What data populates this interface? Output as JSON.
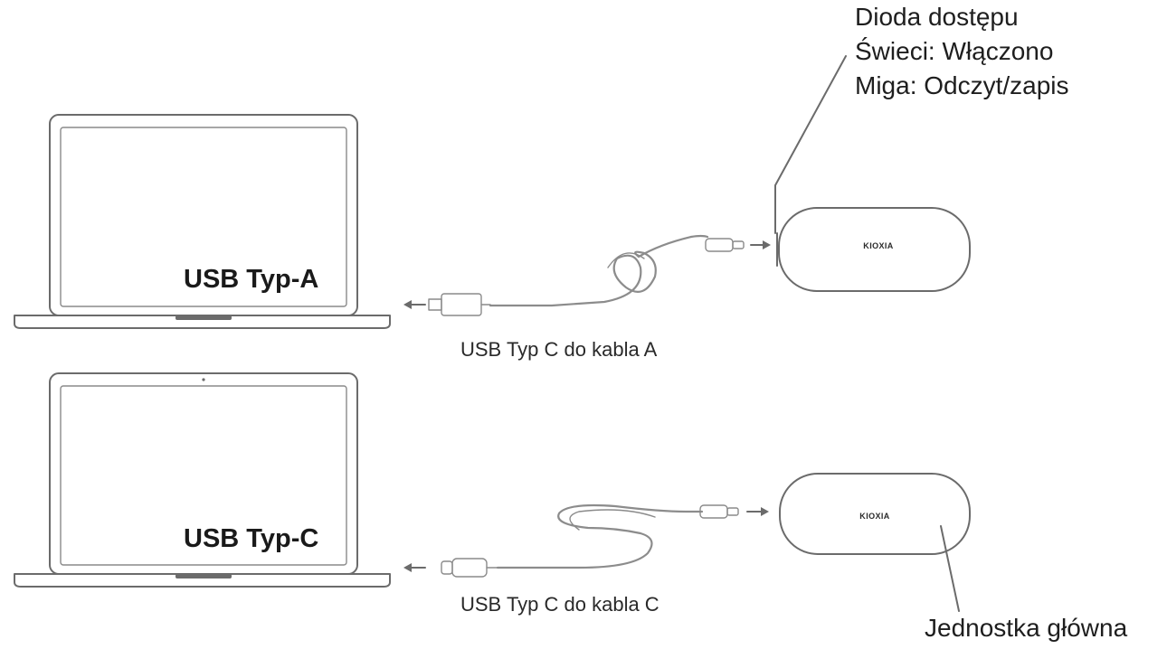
{
  "labels": {
    "port_top": "USB Typ-A",
    "port_bottom": "USB Typ-C",
    "cable_top": "USB Typ C do kabla A",
    "cable_bottom": "USB Typ C do kabla C",
    "access_led": [
      "Dioda dostępu",
      "Świeci: Włączono",
      "Miga: Odczyt/zapis"
    ],
    "main_unit": "Jednostka główna"
  },
  "brand": "KIOXIA"
}
